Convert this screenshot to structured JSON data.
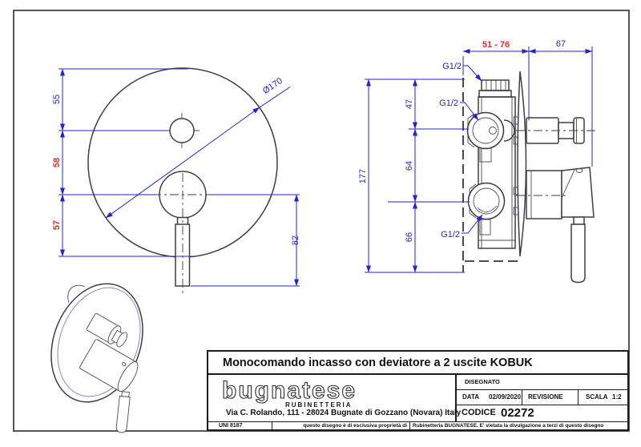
{
  "sheet": {
    "title_block": {
      "title": "Monocomando incasso con deviatore a 2 uscite KOBUK",
      "logo_text": "bugnatese",
      "logo_subtitle": "RUBINETTERIA",
      "address": "Via C. Rolando, 111 - 28024 Bugnate di Gozzano (Novara) Italy",
      "disegnato_label": "DISEGNATO",
      "data_label": "DATA",
      "data_value": "02/09/2020",
      "revisione_label": "REVISIONE",
      "scala_label": "SCALA",
      "scala_value": "1:2",
      "codice_label": "CODICE",
      "codice_value": "02272",
      "standard": "UNI 8187",
      "disclaimer_part1": "questo disegno è di esclusiva proprietà di",
      "disclaimer_part2": "Rubinetteria BUGNATESE. E' vietata la divulgazione a terzi di questo disegno"
    },
    "front_view": {
      "dim_55": "55",
      "dim_58": "58",
      "dim_57": "57",
      "dim_82": "82",
      "dim_diameter": "Ø170"
    },
    "side_view": {
      "dim_depth": "51 - 76",
      "dim_67": "67",
      "dim_47": "47",
      "dim_64": "64",
      "dim_66": "66",
      "dim_177": "177",
      "thread_label": "G1/2"
    },
    "colors": {
      "dimension_blue": "#2323cf",
      "dimension_red": "#dd2a2a",
      "outline_dark": "#3d3d46"
    }
  }
}
